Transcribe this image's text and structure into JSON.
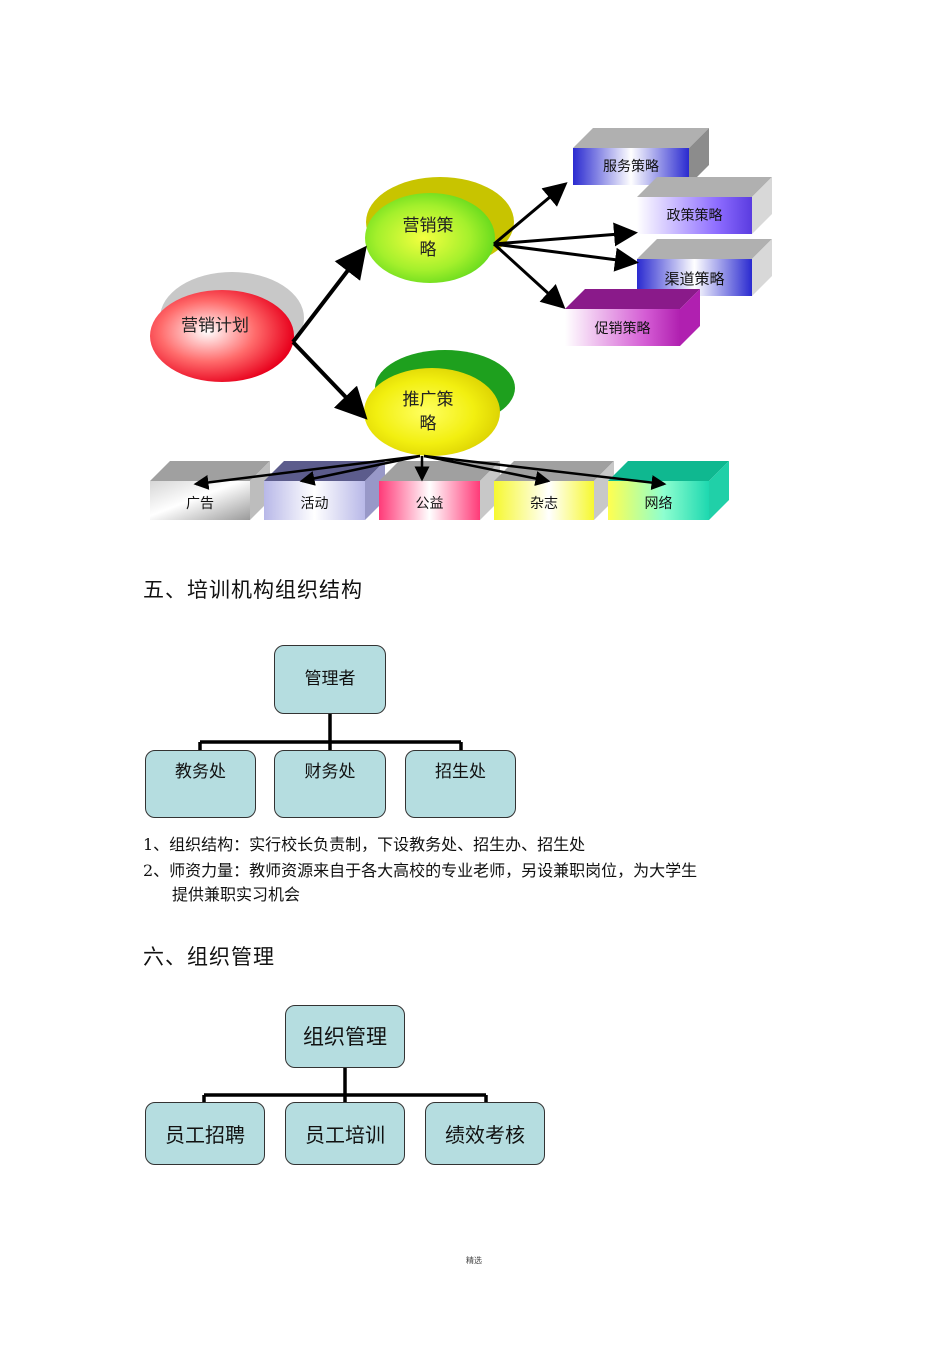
{
  "marketing": {
    "root": "营销计划",
    "strategy": "营销策略",
    "strategy_line1": "营销策",
    "strategy_line2": "略",
    "promotion_line1": "推广策",
    "promotion_line2": "略",
    "strategies": [
      "服务策略",
      "政策策略",
      "渠道策略",
      "促销策略"
    ],
    "channels": [
      "广告",
      "活动",
      "公益",
      "杂志",
      "网络"
    ]
  },
  "section5": {
    "heading": "五、培训机构组织结构",
    "top": "管理者",
    "children": [
      "教务处",
      "财务处",
      "招生处"
    ],
    "notes": [
      "1、组织结构：实行校长负责制，下设教务处、招生办、招生处",
      "2、师资力量：教师资源来自于各大高校的专业老师，另设兼职岗位，为大学生",
      "提供兼职实习机会"
    ]
  },
  "section6": {
    "heading": "六、组织管理",
    "top": "组织管理",
    "children": [
      "员工招聘",
      "员工培训",
      "绩效考核"
    ]
  },
  "footer": "精选"
}
